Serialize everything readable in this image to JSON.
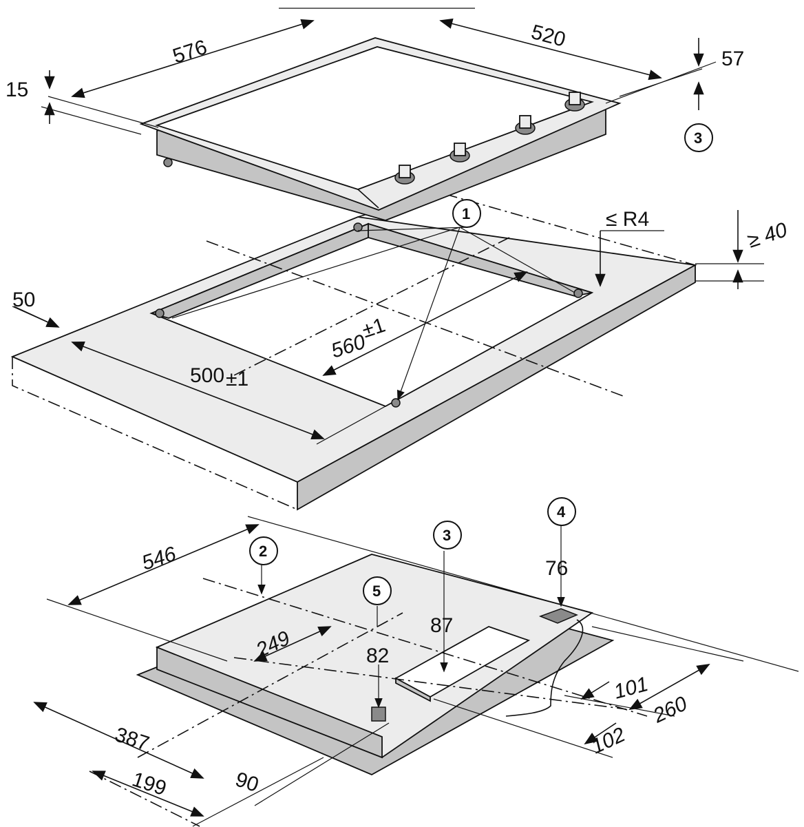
{
  "dimensions": {
    "top_width": "576",
    "top_depth": "520",
    "glass_thickness": "15",
    "total_height": "57",
    "cutout_margin": "50",
    "cutout_width": "560",
    "cutout_width_tol": "±1",
    "cutout_depth": "500",
    "cutout_depth_tol": "±1",
    "corner_radius": "≤ R4",
    "worktop_thickness": "≥ 40",
    "bottom_width": "546",
    "dim_249": "249",
    "dim_87": "87",
    "dim_82": "82",
    "dim_76": "76",
    "dim_101": "101",
    "dim_260": "260",
    "dim_102": "102",
    "dim_387": "387",
    "dim_199": "199",
    "dim_90": "90"
  },
  "callouts": {
    "c1": "1",
    "c2": "2",
    "c3_top": "3",
    "c3_bottom": "3",
    "c4": "4",
    "c5": "5"
  }
}
